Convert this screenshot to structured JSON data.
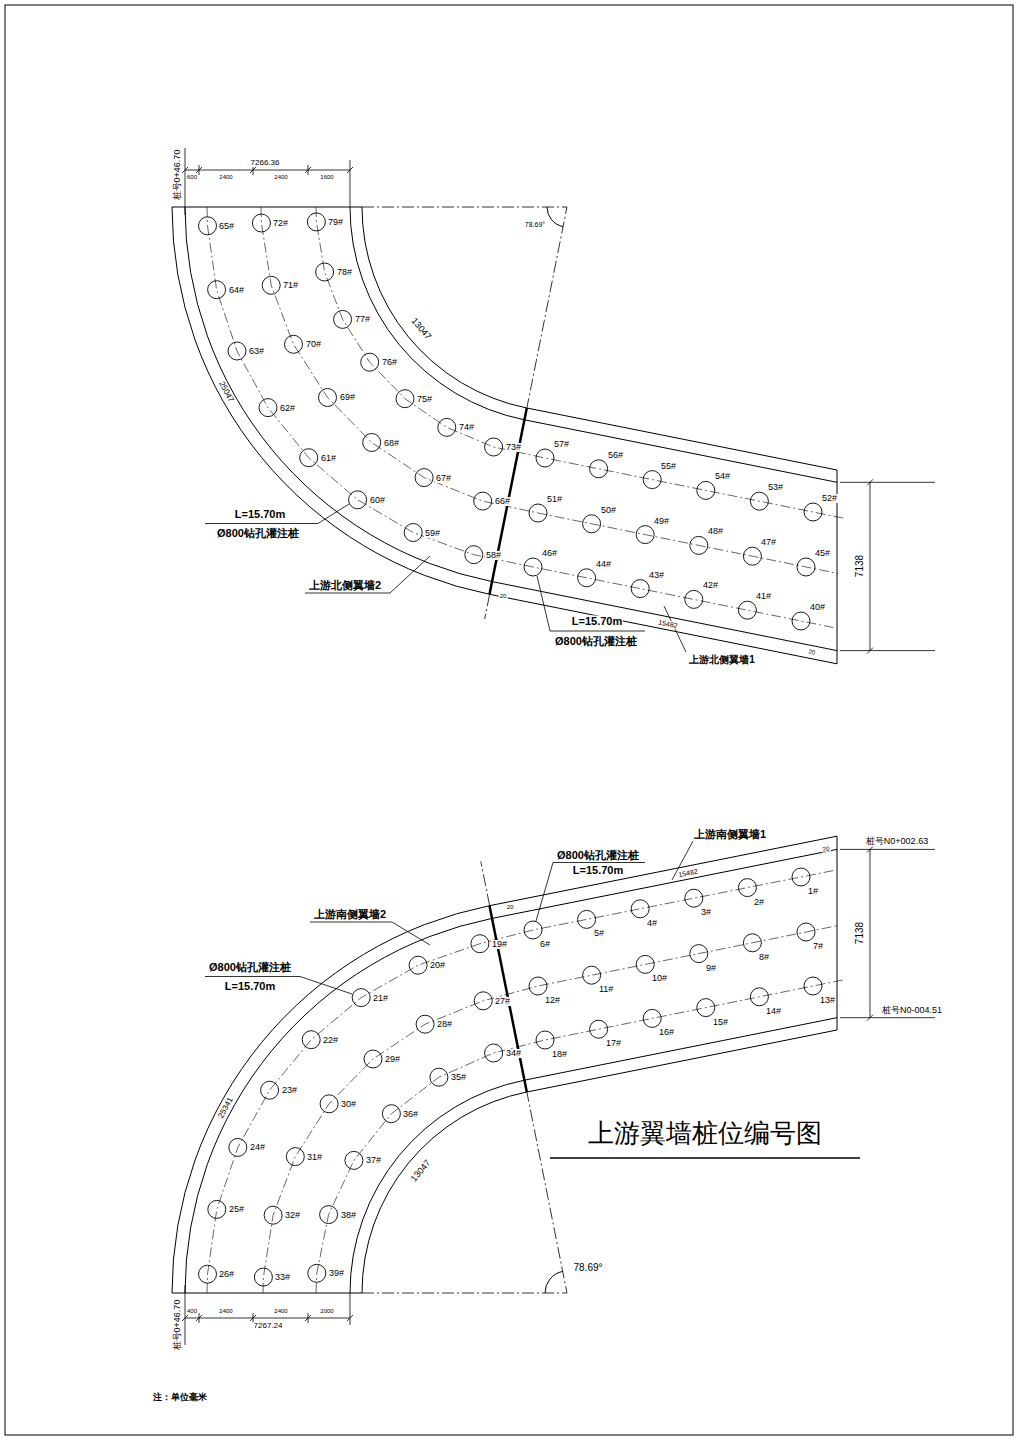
{
  "diagram": {
    "title": "上游翼墙桩位编号图",
    "labels": [
      "65#",
      "64#",
      "63#",
      "62#",
      "61#",
      "60#",
      "59#",
      "58#",
      "72#",
      "71#",
      "70#",
      "69#",
      "68#",
      "67#",
      "66#",
      "79#",
      "78#",
      "77#",
      "76#",
      "75#",
      "74#",
      "73#",
      "46#",
      "44#",
      "43#",
      "42#",
      "41#",
      "40#",
      "51#",
      "50#",
      "49#",
      "48#",
      "47#",
      "45#",
      "57#",
      "56#",
      "55#",
      "54#",
      "53#",
      "52#",
      "26#",
      "25#",
      "24#",
      "23#",
      "22#",
      "21#",
      "20#",
      "19#",
      "33#",
      "32#",
      "31#",
      "30#",
      "29#",
      "28#",
      "27#",
      "39#",
      "38#",
      "37#",
      "36#",
      "35#",
      "34#",
      "6#",
      "5#",
      "4#",
      "3#",
      "2#",
      "1#",
      "12#",
      "11#",
      "10#",
      "9#",
      "8#",
      "7#",
      "18#",
      "17#",
      "16#",
      "15#",
      "14#",
      "13#",
      "7266.36",
      "600",
      "2400",
      "2400",
      "1600",
      "桩号0+46.70",
      "13047",
      "25047",
      "78.69°",
      "7138",
      "15482",
      "20",
      "20",
      "L=15.70m",
      "Ø800钻孔灌注桩",
      "上游北侧翼墙2",
      "L=15.70m",
      "Ø800钻孔灌注桩",
      "上游北侧翼墙1",
      "上游南侧翼墙1",
      "Ø800钻孔灌注桩",
      "L=15.70m",
      "上游南侧翼墙2",
      "Ø800钻孔灌注桩",
      "L=15.70m",
      "15482",
      "20",
      "20",
      "桩号N0+002.63",
      "7138",
      "桩号N0-004.51",
      "25341",
      "13047",
      "78.69°",
      "400",
      "2400",
      "2400",
      "2000",
      "7267.24",
      "桩号0+46.70",
      "注：单位毫米"
    ]
  }
}
